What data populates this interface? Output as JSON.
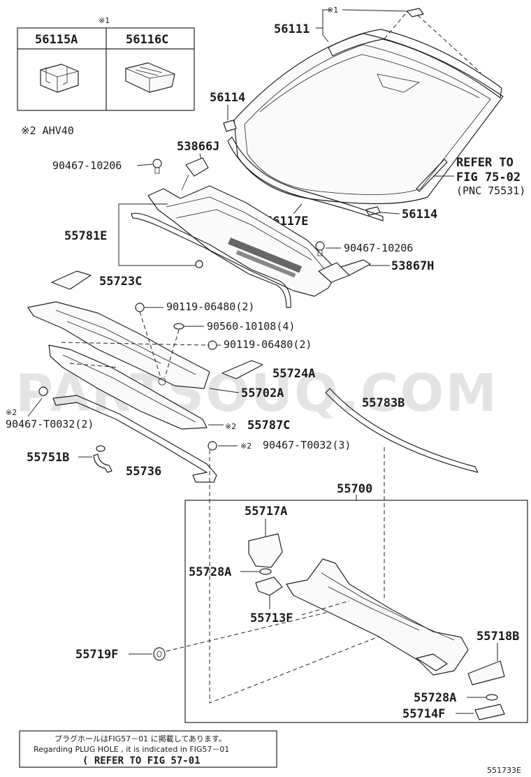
{
  "diagram_id": "551733E",
  "inset": {
    "marker": "※1",
    "parts": [
      "56115A",
      "56116C"
    ]
  },
  "footnote_ahv": "※2 AHV40",
  "labels": {
    "p56111": "56111",
    "p56111_mark": "※1",
    "p56114_top": "56114",
    "p53866J": "53866J",
    "p90467_top": "90467-10206",
    "refer_1": "REFER TO",
    "refer_2": "FIG 75-02",
    "refer_3": "(PNC 75531)",
    "p56117E": "56117E",
    "p56114_bot": "56114",
    "p55781E": "55781E",
    "p90467_mid": "90467-10206",
    "p53867H": "53867H",
    "p55723C": "55723C",
    "p90119_a": "90119-06480(2)",
    "p90560": "90560-10108(4)",
    "p90119_b": "90119-06480(2)",
    "p55724A": "55724A",
    "p55702A": "55702A",
    "p55783B": "55783B",
    "p_mark2_left": "※2",
    "p90467_t_left": "90467-T0032(2)",
    "p55787C_mark": "※2",
    "p55787C": "55787C",
    "p90467_t_right_mark": "※2",
    "p90467_t_right": "90467-T0032(3)",
    "p55751B": "55751B",
    "p55736": "55736",
    "p55700": "55700",
    "p55717A": "55717A",
    "p55728A_top": "55728A",
    "p55713F": "55713F",
    "p55719F": "55719F",
    "p55718B": "55718B",
    "p55728A_bot": "55728A",
    "p55714F": "55714F"
  },
  "watermark": "PARTSOUQ.COM",
  "notes": {
    "jp": "プラグホールはFIG57－01 に掲載してあります。",
    "en": "Regarding PLUG HOLE , it is indicated in FIG57－01",
    "refer": "( REFER TO FIG 57-01"
  }
}
